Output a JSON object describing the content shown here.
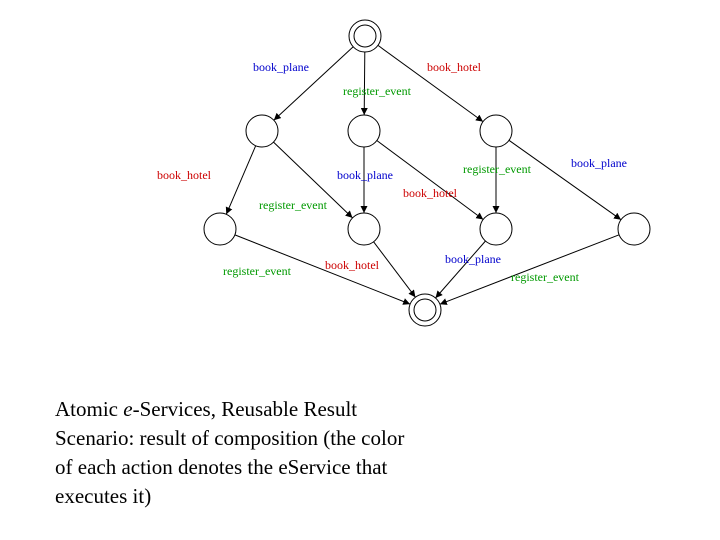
{
  "colors": {
    "book_plane": "#0000cc",
    "book_hotel": "#cc0000",
    "register_event": "#009900"
  },
  "nodes": [
    {
      "id": "start",
      "type": "double-circle"
    },
    {
      "id": "a",
      "type": "circle"
    },
    {
      "id": "b",
      "type": "circle"
    },
    {
      "id": "c",
      "type": "circle"
    },
    {
      "id": "d",
      "type": "circle"
    },
    {
      "id": "e",
      "type": "circle"
    },
    {
      "id": "f",
      "type": "circle"
    },
    {
      "id": "g",
      "type": "circle"
    },
    {
      "id": "end",
      "type": "double-circle"
    }
  ],
  "edges": [
    {
      "from": "start",
      "to": "a",
      "label": "book_plane",
      "service": "book_plane"
    },
    {
      "from": "start",
      "to": "b",
      "label": "register_event",
      "service": "register_event"
    },
    {
      "from": "start",
      "to": "c",
      "label": "book_hotel",
      "service": "book_hotel"
    },
    {
      "from": "a",
      "to": "d",
      "label": "book_hotel",
      "service": "book_hotel"
    },
    {
      "from": "a",
      "to": "e",
      "label": "register_event",
      "service": "register_event"
    },
    {
      "from": "b",
      "to": "e",
      "label": "book_plane",
      "service": "book_plane"
    },
    {
      "from": "b",
      "to": "f",
      "label": "book_hotel",
      "service": "book_hotel"
    },
    {
      "from": "c",
      "to": "f",
      "label": "register_event",
      "service": "register_event"
    },
    {
      "from": "c",
      "to": "g",
      "label": "book_plane",
      "service": "book_plane"
    },
    {
      "from": "d",
      "to": "end",
      "label": "register_event",
      "service": "register_event"
    },
    {
      "from": "e",
      "to": "end",
      "label": "book_hotel",
      "service": "book_hotel"
    },
    {
      "from": "f",
      "to": "end",
      "label": "book_plane",
      "service": "book_plane"
    },
    {
      "from": "g",
      "to": "end",
      "label": "register_event",
      "service": "register_event"
    }
  ],
  "caption": {
    "prefix": "Atomic ",
    "italic": "e",
    "rest": "-Services, Reusable Result Scenario: result of composition (the color of each action denotes the eService that executes it)"
  }
}
